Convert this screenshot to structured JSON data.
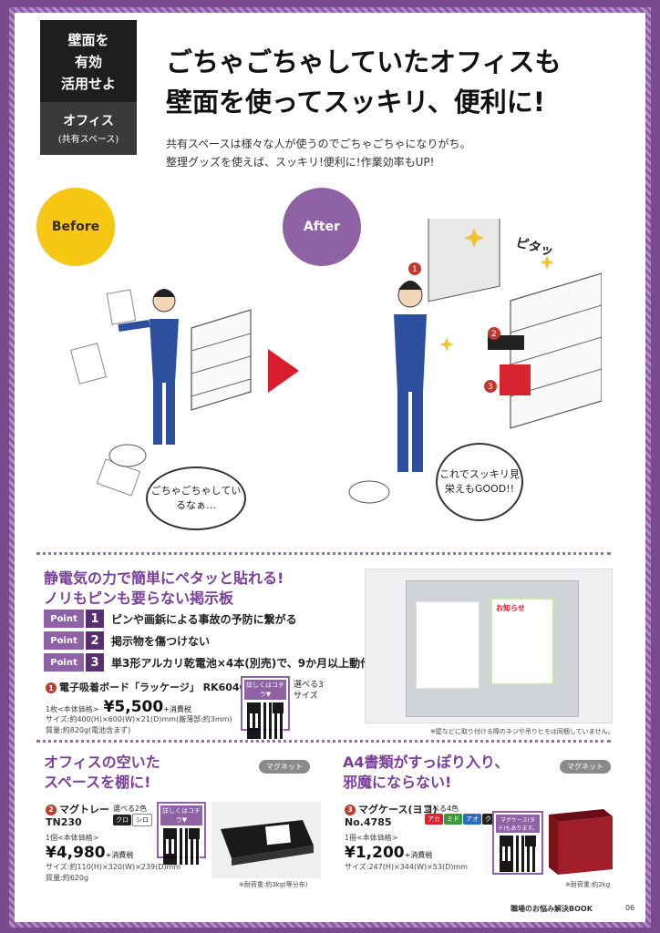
{
  "header": {
    "tag_lines": [
      "壁面を",
      "有効",
      "活用せよ"
    ],
    "category": "オフィス",
    "category_sub": "(共有スペース)",
    "headline_1": "ごちゃごちゃしていたオフィスも",
    "headline_2": "壁面を使ってスッキリ、便利に!",
    "lead_1": "共有スペースは様々な人が使うのでごちゃごちゃになりがち。",
    "lead_2": "整理グッズを使えば、スッキリ!便利に!作業効率もUP!"
  },
  "illustration": {
    "before_label": "Before",
    "after_label": "After",
    "before_bubble": "ごちゃごちゃしているなぁ…",
    "after_bubble": "これでスッキリ見栄えもGOOD!!",
    "sfx": "ピタッ",
    "markers": [
      "1",
      "2",
      "3"
    ]
  },
  "product1": {
    "title_1": "静電気の力で簡単にペタッと貼れる!",
    "title_2": "ノリもピンも要らない掲示板",
    "points": [
      {
        "label": "Point",
        "num": "1",
        "text": "ピンや画鋲による事故の予防に繋がる"
      },
      {
        "label": "Point",
        "num": "2",
        "text": "掲示物を傷つけない"
      },
      {
        "label": "Point",
        "num": "3",
        "text": "単3形アルカリ乾電池×4本(別売)で、9か月以上動作"
      }
    ],
    "num": "1",
    "name": "電子吸着ボード「ラッケージ」 RK6040FL",
    "unit": "1枚<本体価格>",
    "price": "¥5,500",
    "tax": "+消費税",
    "spec_1": "サイズ:約400(H)×600(W)×21(D)mm(厳薄部:約3mm)",
    "spec_2": "質量:約820g(電池含まず)",
    "qr_label": "詳しくはコチラ▼",
    "sizes": "選べる3サイズ",
    "note": "※壁などに取り付ける際のネジや吊りヒモは同梱していません。",
    "board_header": "お知らせ"
  },
  "product2": {
    "title_1": "オフィスの空いた",
    "title_2": "スペースを棚に!",
    "badge": "マグネット",
    "num": "2",
    "name": "マグトレー",
    "code": "TN230",
    "colors_label": "選べる2色",
    "colors": [
      "クロ",
      "シロ"
    ],
    "qr_label": "詳しくはコチラ▼",
    "unit": "1個<本体価格>",
    "price": "¥4,980",
    "tax": "+消費税",
    "spec_1": "サイズ:約110(H)×320(W)×239(D)mm",
    "spec_2": "質量:約620g",
    "note": "※耐荷重:約3kg(等分布)"
  },
  "product3": {
    "title_1": "A4書類がすっぽり入り、",
    "title_2": "邪魔にならない!",
    "badge": "マグネット",
    "num": "3",
    "name": "マグケース(ヨコ)",
    "code": "No.4785",
    "colors_label": "選べる4色",
    "colors": [
      "アカ",
      "ミド",
      "アオ",
      "クロ"
    ],
    "qr_label": "マグケース(タテ)もあります。",
    "unit": "1冊<本体価格>",
    "price": "¥1,200",
    "tax": "+消費税",
    "spec_1": "サイズ:247(H)×344(W)×53(D)mm",
    "note": "※耐荷重:約2kg"
  },
  "footer": {
    "book": "職場のお悩み解決BOOK",
    "page": "06"
  },
  "colors": {
    "accent": "#8e62a4",
    "title": "#7a3f9a",
    "arrow": "#d81e2c",
    "before": "#f6c814",
    "case": "#a01e2a"
  }
}
